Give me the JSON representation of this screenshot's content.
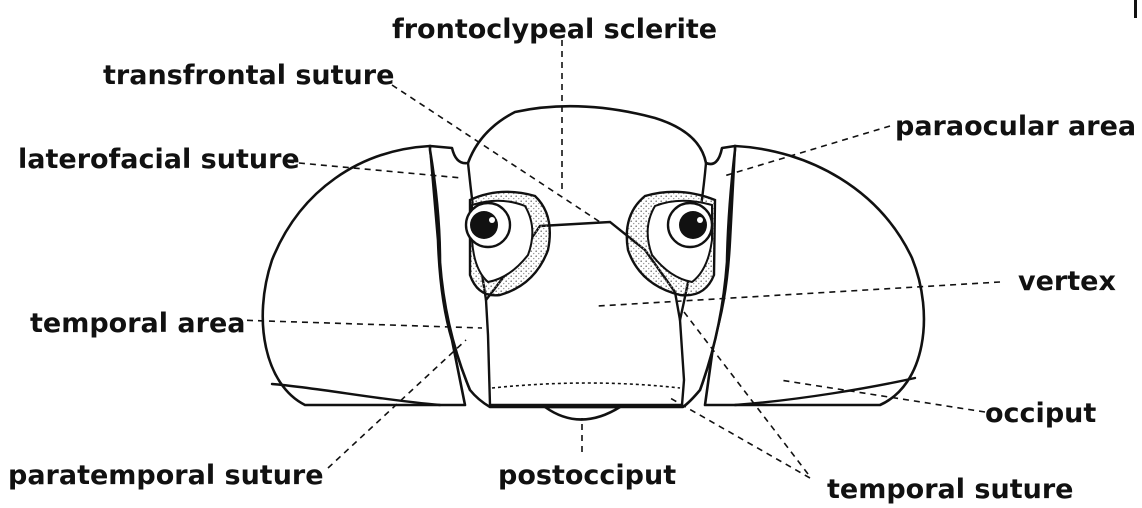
{
  "labels": {
    "frontoclypeal_sclerite": "frontoclypeal sclerite",
    "transfrontal_suture": "transfrontal suture",
    "laterofacial_suture": "laterofacial suture",
    "paraocular_area": "paraocular area",
    "vertex": "vertex",
    "temporal_area": "temporal area",
    "occiput": "occiput",
    "paratemporal_suture": "paratemporal suture",
    "postocciput": "postocciput",
    "temporal_suture": "temporal suture"
  },
  "colors": {
    "ink": "#111111",
    "background": "#ffffff",
    "stipple": "#9a9a9a"
  }
}
